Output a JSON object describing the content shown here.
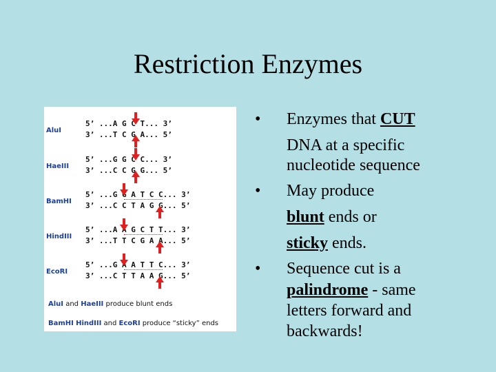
{
  "slide": {
    "title": "Restriction Enzymes",
    "bullet_marker": "•"
  },
  "figure": {
    "enzymes": [
      {
        "name": "AluI",
        "top": "5’ ...A G C T... 3’",
        "bottom": "3’ ...T C G A... 5’"
      },
      {
        "name": "HaeIII",
        "top": "5’ ...G G C C... 3’",
        "bottom": "3’ ...C C G G... 5’"
      },
      {
        "name": "BamHI",
        "top": "5’ ...G G A T C C... 3’",
        "bottom": "3’ ...C C T A G G... 5’"
      },
      {
        "name": "HindIII",
        "top": "5’ ...A A G C T T... 3’",
        "bottom": "3’ ...T T C G A A... 5’"
      },
      {
        "name": "EcoRI",
        "top": "5’ ...G A A T T C... 3’",
        "bottom": "3’ ...C T T A A G... 5’"
      }
    ],
    "legend": {
      "row1": {
        "enz1": "AluI",
        "and": "and",
        "enz2": "HaeIII",
        "text": "produce blunt ends"
      },
      "row2": {
        "enz1": "BamHI",
        "enz2": "HindIII",
        "and": "and",
        "enz3": "EcoRI",
        "text": "produce “sticky” ends"
      }
    }
  },
  "bullets": [
    {
      "line1_pre": "Enzymes that ",
      "line1_em": "CUT",
      "line2": "DNA at a specific",
      "line3": "nucleotide sequence"
    },
    {
      "line1": "May produce",
      "line2_em": "blunt",
      "line2_post": " ends or",
      "line3_em": "sticky",
      "line3_post": " ends."
    },
    {
      "line1": "Sequence cut is a",
      "line2_em": "palindrome",
      "line2_post": " - same",
      "line3": "letters forward and",
      "line4": "backwards!"
    }
  ],
  "colors": {
    "background": "#b4dfe5",
    "enzyme_label": "#1a3f9e",
    "cut_arrow": "#e02020"
  }
}
